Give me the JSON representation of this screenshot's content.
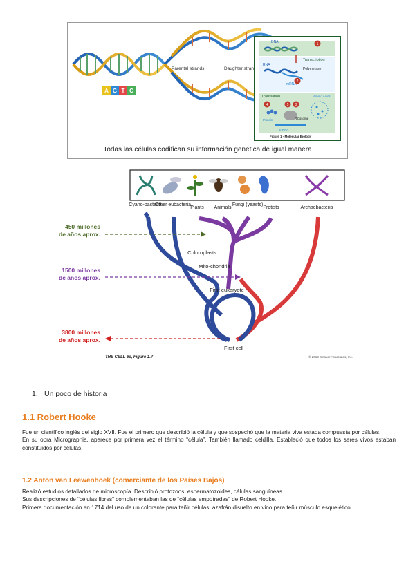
{
  "figure1": {
    "caption": "Todas las células codifican su información genética de igual manera",
    "dna_bases": [
      "A",
      "G",
      "T",
      "C"
    ],
    "parental_label": "Parental strands",
    "daughter_label": "Daughter strands",
    "panel": {
      "dna": "DNA",
      "transcription": "Transcription",
      "rna": "RNA",
      "polymerase": "Polymerase",
      "mrna1": "mRNA",
      "translation": "Translation",
      "amino": "Amino Acids",
      "protein": "Protein",
      "ribosome": "Ribosome",
      "mrna2": "mRNA",
      "caption": "Figure 1 - Molecular Biology",
      "steps": [
        "1",
        "2",
        "3",
        "4",
        "5"
      ]
    }
  },
  "figure2": {
    "groups": [
      "Cyano-bacteria",
      "Other eubacteria",
      "Plants",
      "Animals",
      "Fungi (yeasts)",
      "Protists",
      "Archaebacteria"
    ],
    "nodes": {
      "chloroplasts": "Chloroplasts",
      "mito": "Mito-chondria",
      "first_eukaryote": "First eukaryote",
      "first_cell": "First cell"
    },
    "time_labels": [
      {
        "line1": "450 millones",
        "line2": "de años aprox.",
        "color": "#4f6b2a"
      },
      {
        "line1": "1500 millones",
        "line2": "de años aprox.",
        "color": "#7b3aa0"
      },
      {
        "line1": "3800 millones",
        "line2": "de años aprox.",
        "color": "#d02020"
      }
    ],
    "credit": "THE CELL 6e, Figure 1.7",
    "copyright": "© 2013 Sinauer Associates, Inc."
  },
  "section": {
    "number": "1.",
    "title": "Un poco de historia"
  },
  "hooke": {
    "heading": "1.1 Robert Hooke",
    "lines": [
      "Fue un científico inglés del siglo XVII. Fue el primero que describió la célula y que sospechó que la materia viva estaba compuesta por células.",
      "En su obra Micrographia, aparece por primera vez el término “célula”. También llamado celdilla. Estableció que todos los seres vivos estaban constituidos por células."
    ]
  },
  "leeuwenhoek": {
    "heading": "1.2 Anton van Leewenhoek (comerciante de los Países Bajos)",
    "lines": [
      "Realizó estudios detallados de microscopía. Describió protozoos, espermatozoides, células sanguíneas…",
      "Sus descripciones de “células libres” complementaban las de “células empotradas” de Robert Hooke.",
      "Primera documentación en 1714 del uso de un colorante para teñir células: azafrán disuelto en vino para teñir músculo esquelético."
    ]
  }
}
